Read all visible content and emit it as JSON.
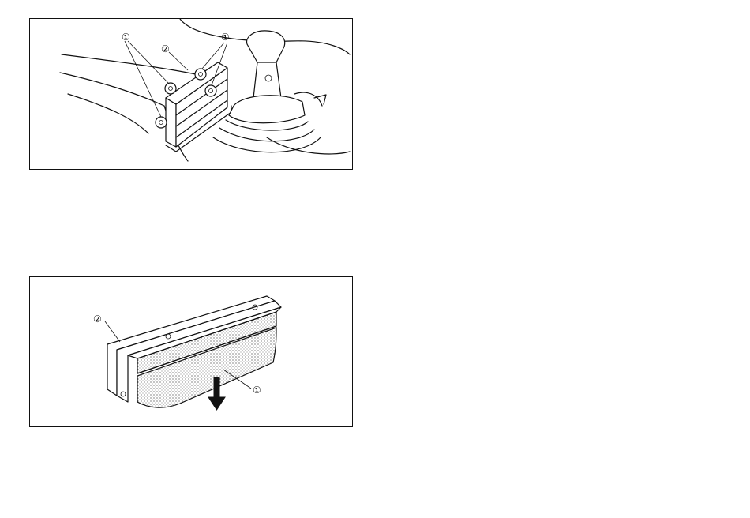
{
  "figure_top": {
    "callouts": [
      {
        "label": "①"
      },
      {
        "label": "②"
      },
      {
        "label": "①"
      }
    ]
  },
  "figure_bottom": {
    "callouts": [
      {
        "label": "②"
      },
      {
        "label": "①"
      }
    ]
  }
}
